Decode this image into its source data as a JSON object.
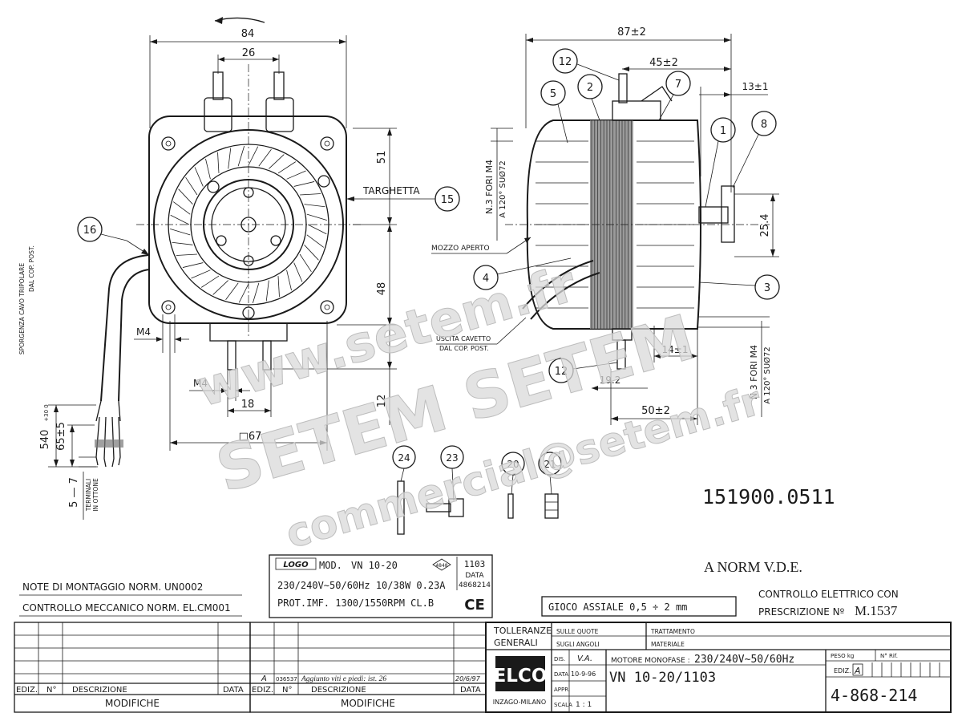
{
  "dims": {
    "front_width": "84",
    "front_shaft_spacing": "26",
    "front_upper": "51",
    "front_lower": "48",
    "front_m4_left": "M4",
    "front_m4_bottom": "M4",
    "front_18": "18",
    "front_12": "12",
    "front_d67": "□67",
    "side_87": "87±2",
    "side_45": "45±2",
    "side_13": "13±1",
    "side_25_4": "25.4",
    "side_14": "14±1",
    "side_19_2": "19.2",
    "side_50": "50±2",
    "cable_length": "540",
    "cable_tol": "+30 0",
    "cable_65": "65±5",
    "cable_5_7": "5 — 7"
  },
  "labels": {
    "targhetta": "TARGHETTA",
    "fori_top_1": "N.3 FORI M4",
    "fori_top_2": "A 120° SUØ72",
    "fori_bot_1": "N.3 FORI M4",
    "fori_bot_2": "A 120° SUØ72",
    "mozzo": "MOZZO APERTO",
    "uscita_1": "USCITA CAVETTO",
    "uscita_2": "DAL COP. POST.",
    "sporgenza_1": "SPORGENZA CAVO TRIPOLARE",
    "sporgenza_2": "DAL COP. POST.",
    "terminali_1": "TERMINALI",
    "terminali_2": "IN OTTONE"
  },
  "balloons": [
    "16",
    "15",
    "12",
    "5",
    "2",
    "7",
    "1",
    "8",
    "4",
    "3",
    "12",
    "24",
    "23",
    "20",
    "21"
  ],
  "part_number": "151900.0511",
  "norm": "A NORM V.D.E.",
  "notes": {
    "montaggio": "NOTE DI MONTAGGIO NORM. UN0002",
    "meccanico": "CONTROLLO MECCANICO NORM. EL.CM001"
  },
  "nameplate": {
    "logo": "LOGO",
    "mod": "MOD.",
    "model": "VN 10-20",
    "badge": "4848",
    "line2": "230/240V∼50/60Hz 10/38W 0.23A",
    "line3": "PROT.IMF.   1300/1550RPM  CL.B",
    "code": "1103",
    "data_label": "DATA",
    "data_value": "4868214",
    "ce": "CE"
  },
  "gioco": "GIOCO ASSIALE  0,5 ÷ 2 mm",
  "controllo_elettrico": {
    "line1": "CONTROLLO ELETTRICO CON",
    "line2_prefix": "PRESCRIZIONE Nº",
    "line2_value": "M.1537"
  },
  "title_block": {
    "tolleranze_1": "TOLLERANZE",
    "tolleranze_2": "GENERALI",
    "sulle_quote": "SULLE QUOTE",
    "sugli_angoli": "SUGLI ANGOLI",
    "trattamento": "TRATTAMENTO",
    "materiale": "MATERIALE",
    "company": "ELCO",
    "company_sub": "INZAGO-MILANO",
    "dis_label": "DIS.",
    "dis_value": "V.A.",
    "data_label": "DATA",
    "data_value": "10-9-96",
    "appr_label": "APPR.",
    "scala_label": "SCALA",
    "scala_value": "1 : 1",
    "motore_label": "MOTORE MONOFASE :",
    "motore_value": "230/240V∼50/60Hz",
    "model_code": "VN  10-20/1103",
    "peso_label": "PESO kg",
    "rif_label": "N° Rif.",
    "ediz_label": "EDIZ.",
    "ediz_value": "A",
    "drawing_number": "4-868-214"
  },
  "modifiche_left": {
    "ediz": "EDIZ.",
    "n": "N°",
    "descrizione": "DESCRIZIONE",
    "data": "DATA",
    "footer": "MODIFICHE"
  },
  "modifiche_right": {
    "ediz": "EDIZ.",
    "n": "N°",
    "descrizione": "DESCRIZIONE",
    "data": "DATA",
    "footer": "MODIFICHE",
    "row_ediz": "A",
    "row_n": "036537",
    "row_desc": "Aggiunto viti e piedi: ist. 26",
    "row_date": "20/6/97"
  },
  "watermark": {
    "line1": "www.setem.fr",
    "line2": "SETEM SETEM",
    "line3": "commercial@setem.fr"
  }
}
